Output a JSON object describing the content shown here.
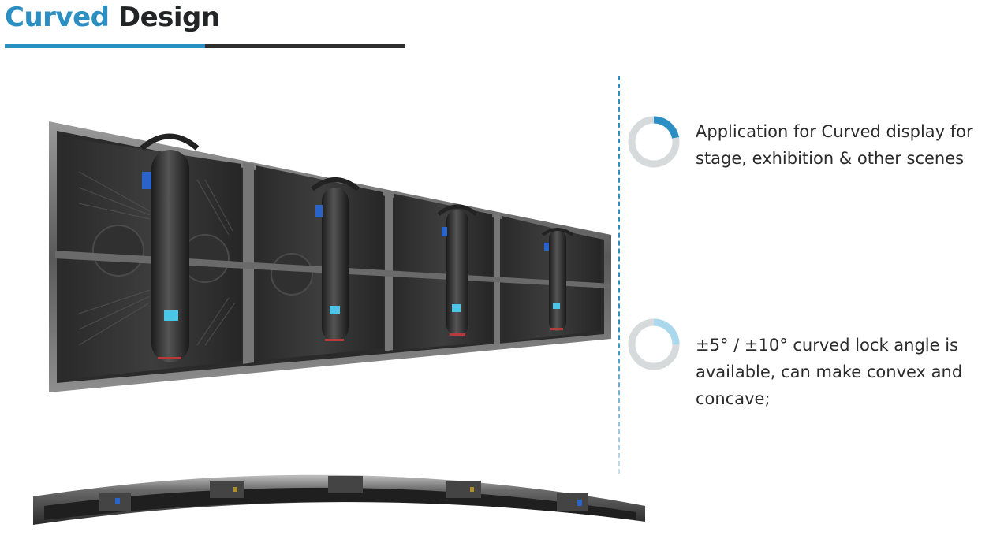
{
  "header": {
    "title_accent": "Curved",
    "title_rest": "Design"
  },
  "features": [
    {
      "text": "Application for Curved display for stage, exhibition & other scenes",
      "ring_fill": 0.22
    },
    {
      "text": "±5° / ±10° curved lock angle is available, can make convex and concave;",
      "ring_fill": 0.25
    }
  ],
  "colors": {
    "accent": "#2b8fc4",
    "accent_light": "#a9d8ec",
    "dark": "#2e2e2e",
    "ring_gray": "#d7dadb"
  },
  "images": {
    "panel": "curved-led-panel-front-view",
    "strip": "curved-led-panels-top-view"
  }
}
